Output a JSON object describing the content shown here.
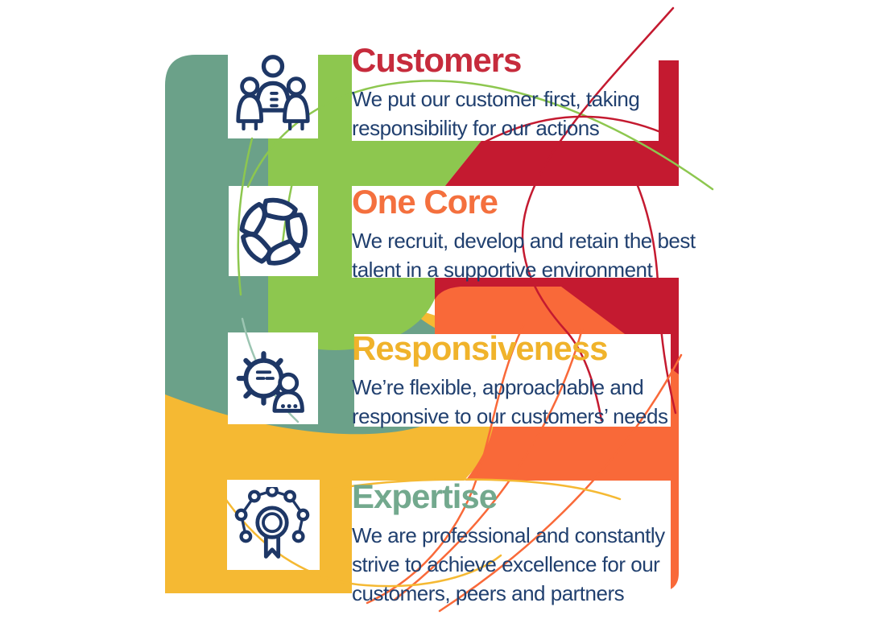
{
  "palette": {
    "teal_shape": "#6BA189",
    "green_shape": "#8DC74F",
    "red_shape": "#C41A30",
    "orange_shape": "#F96939",
    "yellow_shape": "#F5B933",
    "navy_text": "#21406F",
    "navy_icon": "#1E3766",
    "panel_bg": "#FFFFFF"
  },
  "sections": [
    {
      "id": "customers",
      "title": "Customers",
      "title_color": "#C62B3C",
      "icon": "team-icon",
      "lines": [
        "We put our customer first, taking",
        "responsibility for our actions"
      ]
    },
    {
      "id": "one-core",
      "title": "One Core",
      "title_color": "#F4703E",
      "icon": "unity-swirl-icon",
      "lines": [
        "We recruit, develop and retain the best",
        "talent in a supportive environment"
      ]
    },
    {
      "id": "responsiveness",
      "title": "Responsiveness",
      "title_color": "#F0B32B",
      "icon": "gear-person-icon",
      "lines": [
        "We’re flexible, approachable and",
        "responsive to our customers’ needs"
      ]
    },
    {
      "id": "expertise",
      "title": "Expertise",
      "title_color": "#73A98E",
      "icon": "award-network-icon",
      "lines": [
        "We are professional and constantly",
        "strive to achieve excellence for our",
        "customers, peers and partners"
      ]
    }
  ]
}
